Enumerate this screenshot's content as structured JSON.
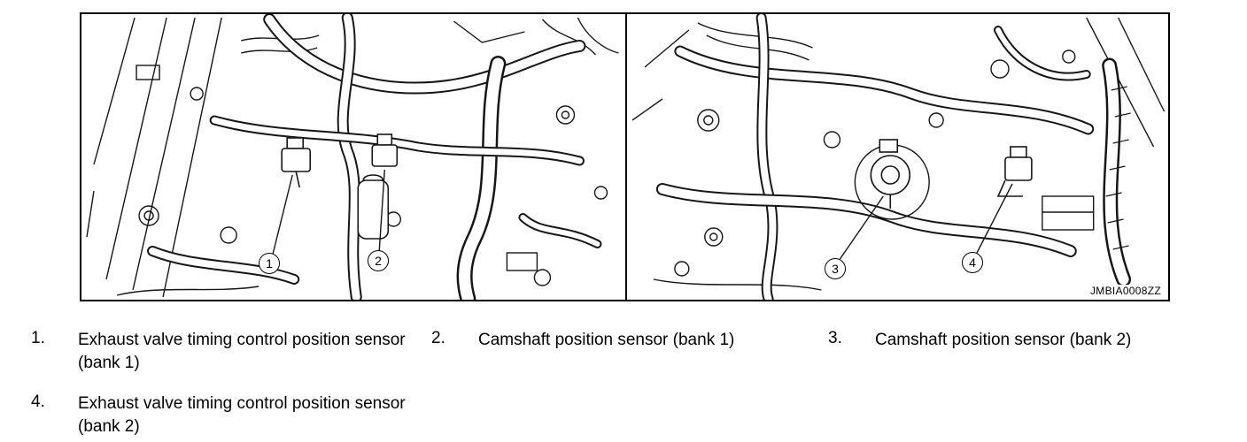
{
  "figure": {
    "code": "JMBIA0008ZZ",
    "callouts": [
      {
        "n": "1"
      },
      {
        "n": "2"
      },
      {
        "n": "3"
      },
      {
        "n": "4"
      }
    ]
  },
  "legend": {
    "items": [
      {
        "num": "1.",
        "text": "Exhaust valve timing control position sensor (bank 1)"
      },
      {
        "num": "2.",
        "text": "Camshaft position sensor (bank 1)"
      },
      {
        "num": "3.",
        "text": "Camshaft position sensor (bank 2)"
      },
      {
        "num": "4.",
        "text": "Exhaust valve timing control position sensor (bank 2)"
      }
    ]
  }
}
